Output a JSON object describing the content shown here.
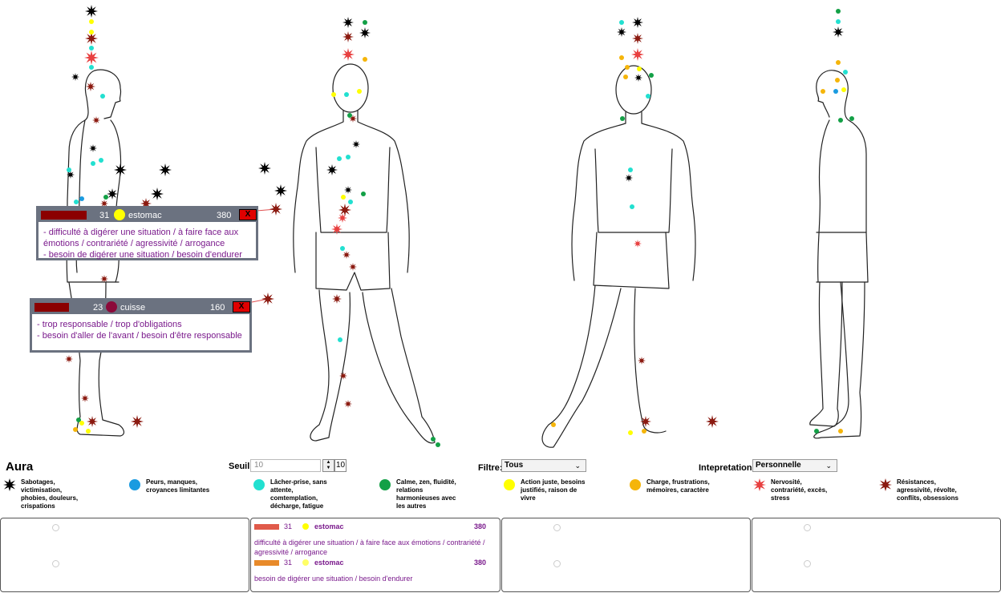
{
  "popup_estomac": {
    "count": "31",
    "name": "estomac",
    "score": "380",
    "close_label": "X",
    "lines": [
      "- difficulté à digérer une situation / à faire face aux",
      "émotions / contrariété / agressivité / arrogance",
      "- besoin de digérer une situation / besoin d'endurer"
    ],
    "dot_color": "#ffff00"
  },
  "popup_cuisse": {
    "count": "23",
    "name": "cuisse",
    "score": "160",
    "close_label": "X",
    "lines": [
      "- trop responsable / trop d'obligations",
      "- besoin d'aller de l'avant / besoin d'être responsable"
    ],
    "dot_color": "#8b0a3a"
  },
  "controls": {
    "aura_title": "Aura",
    "seuil_label": "Seuil:",
    "seuil_value": "10",
    "seuil_spin_value": "10",
    "filtre_label": "Filtre:",
    "filtre_value": "Tous",
    "interp_label": "Intepretation:",
    "interp_value": "Personnelle"
  },
  "legend": [
    {
      "icon": "star-black",
      "color": "#000000",
      "text": "Sabotages,\nvictimisation,\nphobies, douleurs,\ncrispations"
    },
    {
      "icon": "dot-blue",
      "color": "#1a9be0",
      "text": "Peurs, manques,\ncroyances limitantes"
    },
    {
      "icon": "dot-cyan",
      "color": "#22e0d0",
      "text": "Lâcher-prise, sans\nattente,\ncomtemplation,\ndécharge, fatigue"
    },
    {
      "icon": "dot-green",
      "color": "#13a046",
      "text": "Calme, zen, fluidité,\nrelations\nharmonieuses avec\nles autres"
    },
    {
      "icon": "dot-yellow",
      "color": "#ffff00",
      "text": "Action juste, besoins\njustifiés, raison de\nvivre"
    },
    {
      "icon": "dot-orange",
      "color": "#f5b50a",
      "text": "Charge, frustrations,\nmémoires, caractère"
    },
    {
      "icon": "star-red",
      "color": "#e84040",
      "text": "Nervosité,\ncontrariété, excès,\nstress"
    },
    {
      "icon": "star-darkred",
      "color": "#8b1a10",
      "text": "Résistances,\nagressivité, révolte,\nconflits, obsessions"
    }
  ],
  "entries": [
    {
      "count": "31",
      "name": "estomac",
      "score": "380",
      "bar_color": "#e05a4a",
      "dot_color": "#ffff00",
      "text": "difficulté à digérer une situation / à faire face aux émotions / contrariété / agressivité / arrogance"
    },
    {
      "count": "31",
      "name": "estomac",
      "score": "380",
      "bar_color": "#e88a2a",
      "dot_color": "#ffff66",
      "text": "besoin de digérer une situation / besoin d'endurer"
    }
  ]
}
